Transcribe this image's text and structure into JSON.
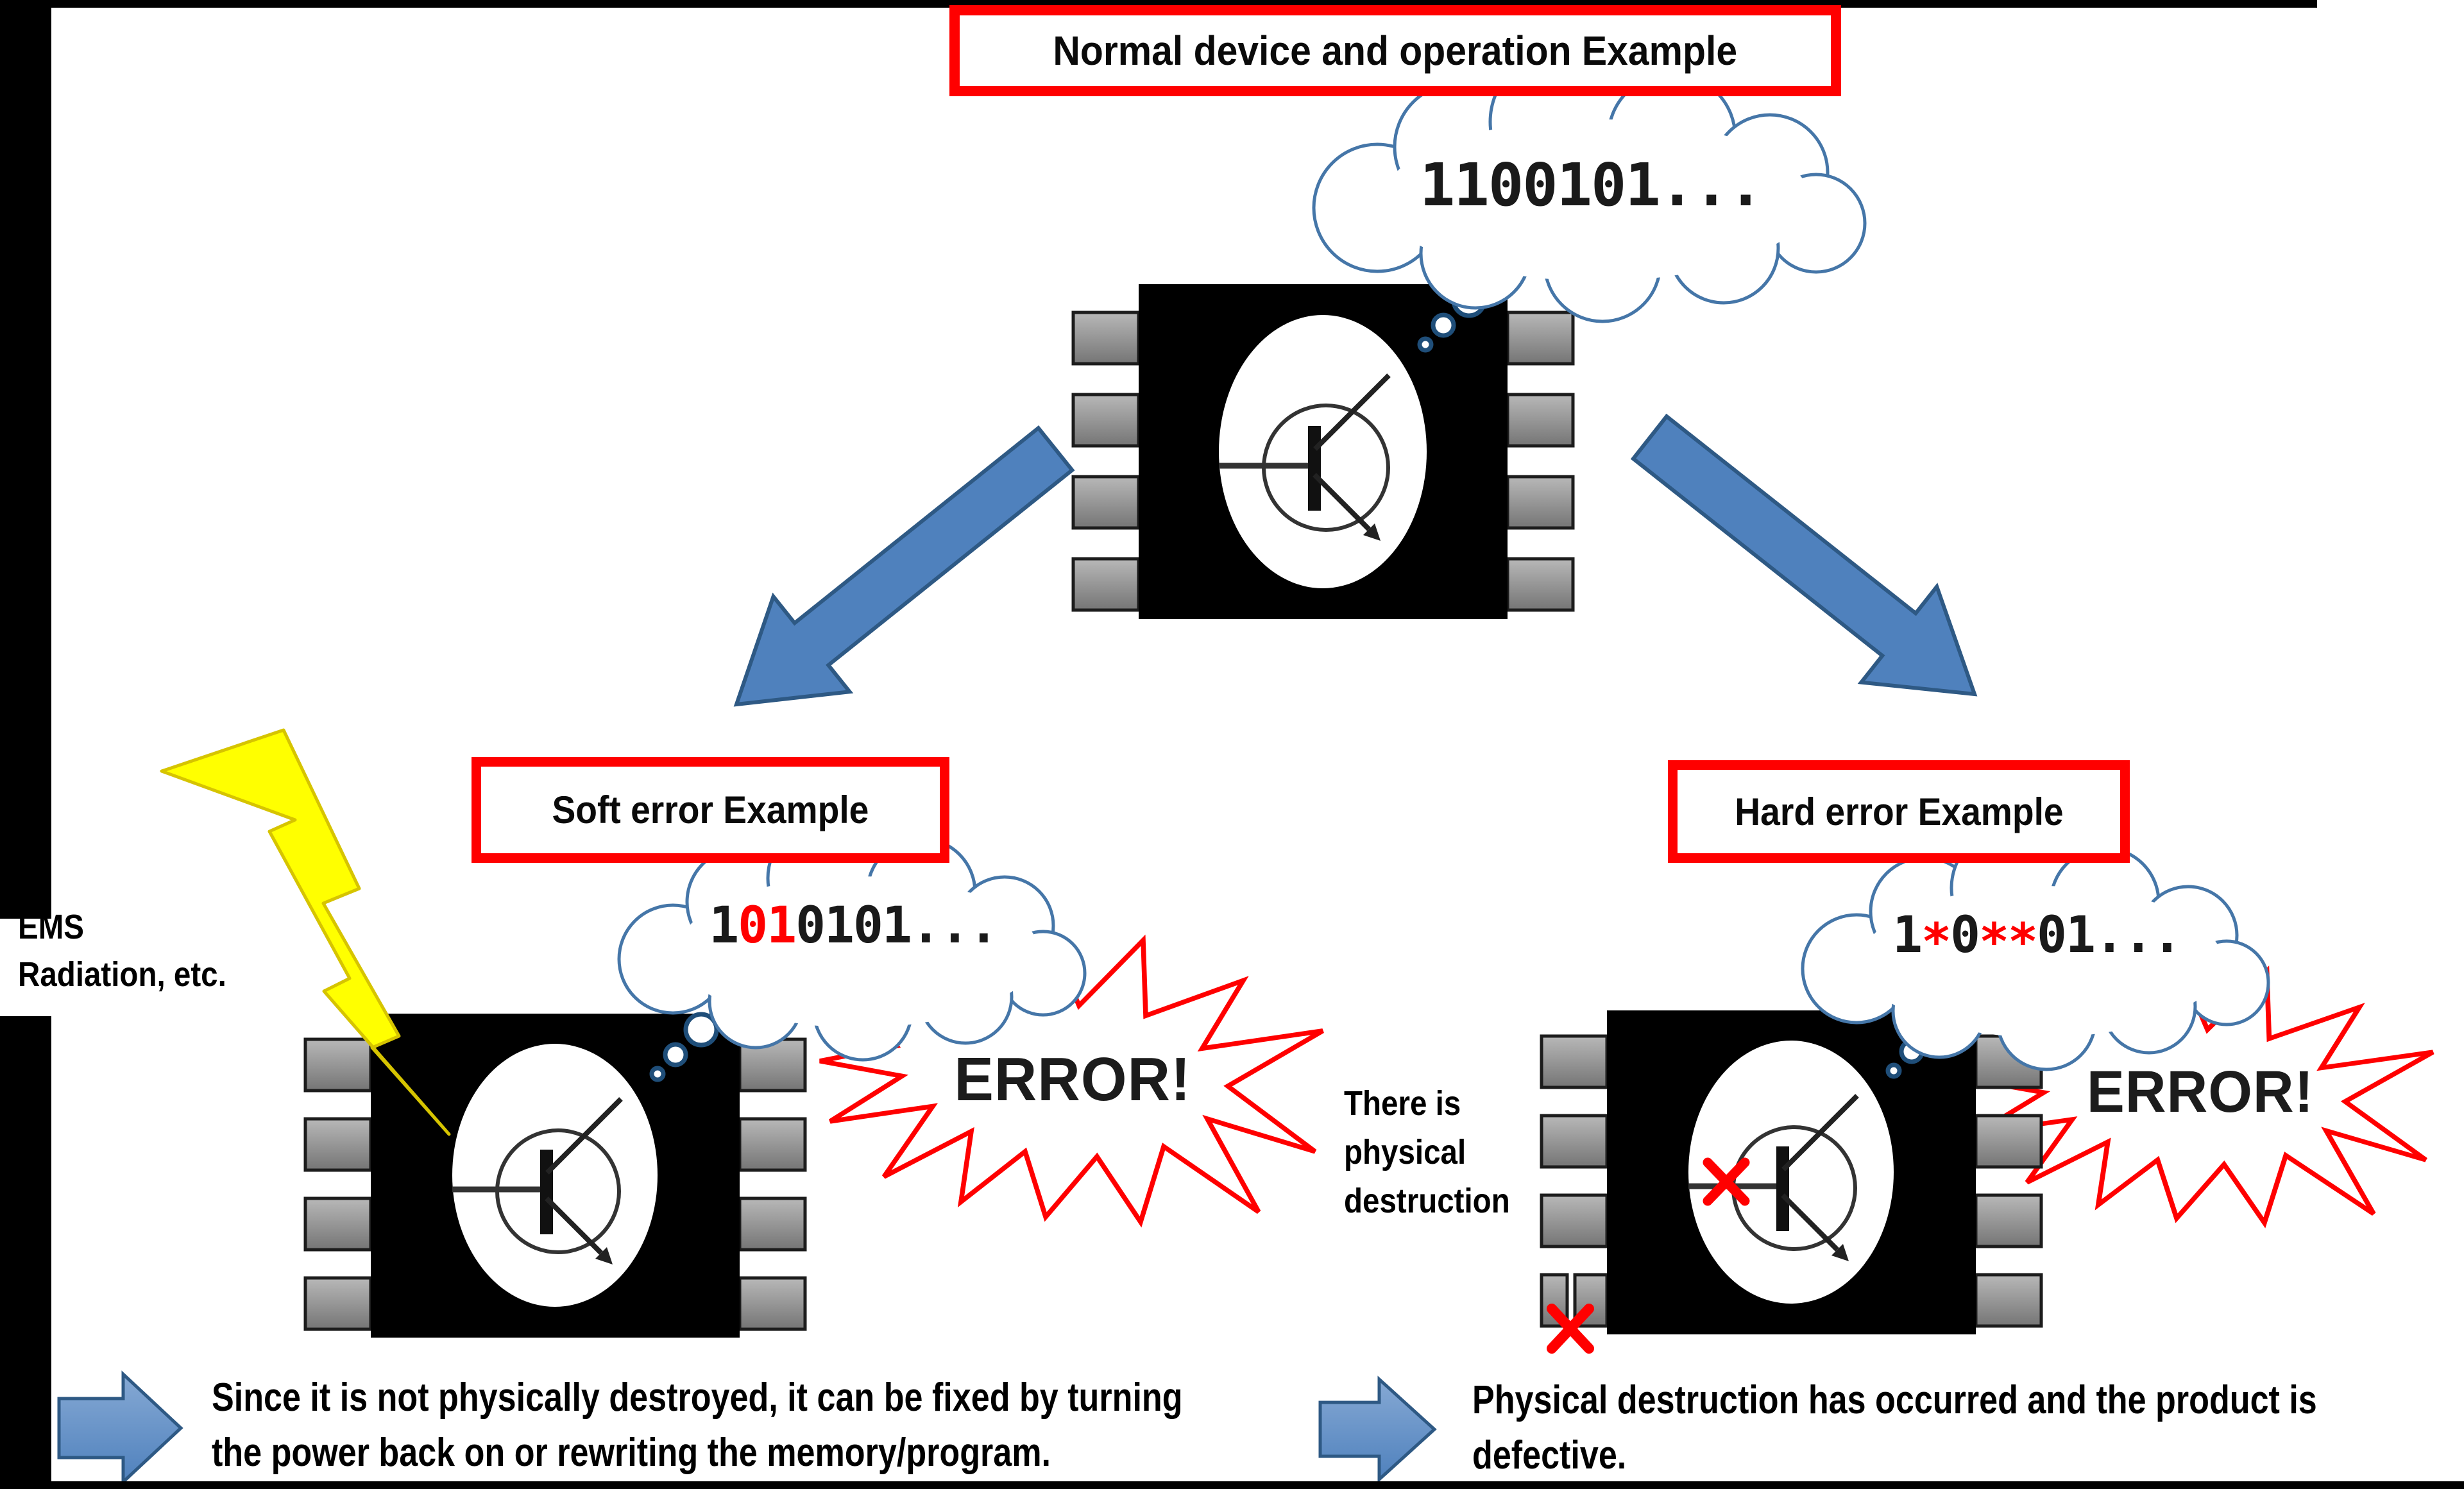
{
  "header": {
    "title": "Normal device and operation Example"
  },
  "normal": {
    "cloud_bits": "1100101..."
  },
  "soft": {
    "box_label": "Soft error Example",
    "cloud_bits": [
      {
        "text": "1",
        "color": "#1a1a1a"
      },
      {
        "text": "01",
        "color": "#ff0000"
      },
      {
        "text": "0101...",
        "color": "#1a1a1a"
      }
    ],
    "error_label": "ERROR!",
    "cause_lines": [
      "EMS",
      "Radiation, etc."
    ],
    "note_lines": [
      "Since it is not physically destroyed, it can be fixed by turning",
      "the power back on or rewriting the memory/program."
    ]
  },
  "hard": {
    "box_label": "Hard error Example",
    "cloud_bits": [
      {
        "text": "1",
        "color": "#1a1a1a"
      },
      {
        "text": "*",
        "color": "#ff0000"
      },
      {
        "text": "0",
        "color": "#1a1a1a"
      },
      {
        "text": "**",
        "color": "#ff0000"
      },
      {
        "text": "01...",
        "color": "#1a1a1a"
      }
    ],
    "error_label": "ERROR!",
    "caption_lines": [
      "There is",
      "physical",
      "destruction"
    ],
    "note_lines": [
      "Physical destruction has occurred and the product is",
      "defective."
    ]
  },
  "colors": {
    "accent_red": "#ff0000",
    "arrow_blue": "#4f81bd",
    "arrow_blue_dark": "#2e5984",
    "cloud_outline": "#4576a8",
    "bubble_outline": "#1f4e79",
    "lightning_yellow": "#ffff00",
    "pin_gray": "#8c8c8c",
    "chip_black": "#000000"
  },
  "icons": {
    "chip": "ic-chip",
    "cloud": "thought-cloud",
    "burst": "error-starburst",
    "lightning": "lightning-bolt",
    "arrow": "block-arrow",
    "transistor": "transistor-symbol"
  }
}
